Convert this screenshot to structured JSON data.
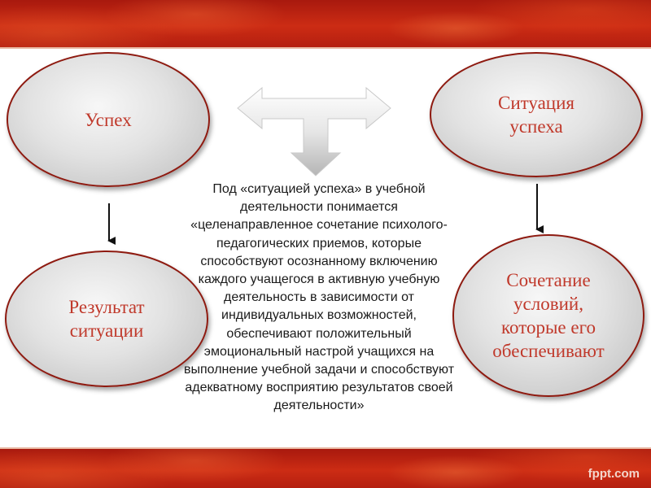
{
  "diagram": {
    "nodes": {
      "success": "Успех",
      "situation_of_success": "Ситуация успеха",
      "result_of_situation": "Результат ситуации",
      "combination_of_conditions": "Сочетание условий, которые его обеспечивают"
    },
    "definition": "Под «ситуацией успеха» в учебной деятельности понимается «целенаправленное сочетание психолого-педагогических приемов, которые способствуют осознанному включению каждого учащегося в активную учебную деятельность в зависимости от индивидуальных возможностей, обеспечивают положительный эмоциональный настрой учащихся на выполнение учебной задачи и способствуют адекватному восприятию результатов своей деятельности»"
  },
  "footer": {
    "logo": "fppt.com"
  },
  "colors": {
    "band": "#c0281a",
    "node_text": "#c0392b",
    "node_border": "#8e1a10"
  }
}
